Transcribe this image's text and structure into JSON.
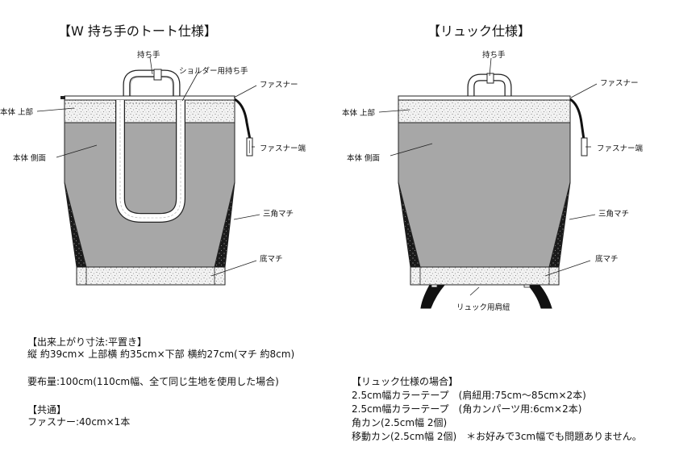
{
  "left_view": {
    "title": "【W 持ち手のトート仕様】",
    "labels": {
      "handle": "持ち手",
      "shoulder_handle": "ショルダー用持ち手",
      "zipper": "ファスナー",
      "body_top": "本体 上部",
      "body_side": "本体 側面",
      "zipper_end": "ファスナー端",
      "triangle_gusset": "三角マチ",
      "bottom_gusset": "底マチ"
    }
  },
  "right_view": {
    "title": "【リュック仕様】",
    "labels": {
      "handle": "持ち手",
      "zipper": "ファスナー",
      "body_top": "本体 上部",
      "body_side": "本体 側面",
      "zipper_end": "ファスナー端",
      "triangle_gusset": "三角マチ",
      "bottom_gusset": "底マチ",
      "shoulder_strap": "リュック用肩紐"
    }
  },
  "specs": {
    "finished_heading": "【出来上がり寸法:平置き】",
    "finished_size": "縦 約39cm× 上部横 約35cm×下部 横約27cm(マチ 約8cm)",
    "fabric": "要布量:100cm(110cm幅、全て同じ生地を使用した場合)",
    "common_heading": "【共通】",
    "zipper_spec": "ファスナー:40cm×1本"
  },
  "rucksack_specs": {
    "heading": "【リュック仕様の場合】",
    "lines": [
      "2.5cm幅カラーテープ　(肩紐用:75cm～85cm×2本)",
      "2.5cm幅カラーテープ　(角カンパーツ用:6cm×2本)",
      "角カン(2.5cm幅 2個)",
      "移動カン(2.5cm幅 2個)　＊お好みで3cm幅でも問題ありません。"
    ]
  },
  "colors": {
    "body_gray": "#a7a7a7",
    "speckle_fill": "#f2f2f2",
    "outline": "#222222",
    "gusset_dark": "#1a1a1a"
  }
}
